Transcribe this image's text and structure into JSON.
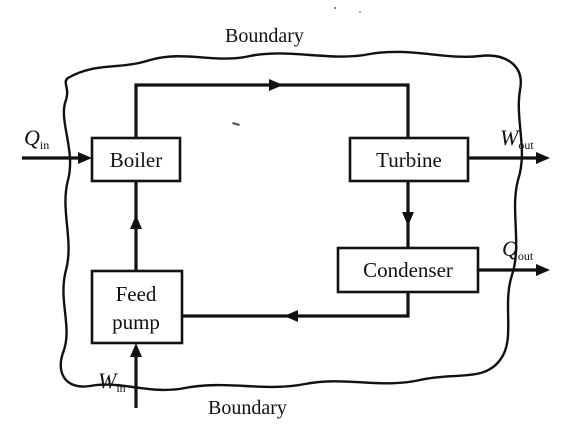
{
  "boundary": {
    "top_label": "Boundary",
    "bottom_label": "Boundary"
  },
  "components": {
    "boiler": "Boiler",
    "turbine": "Turbine",
    "condenser": "Condenser",
    "feed_pump_line1": "Feed",
    "feed_pump_line2": "pump"
  },
  "energy_flows": {
    "q_in": {
      "symbol": "Q",
      "subscript": "in"
    },
    "w_out": {
      "symbol": "W",
      "subscript": "out"
    },
    "q_out": {
      "symbol": "Q",
      "subscript": "out"
    },
    "w_in": {
      "symbol": "W",
      "subscript": "in"
    }
  }
}
